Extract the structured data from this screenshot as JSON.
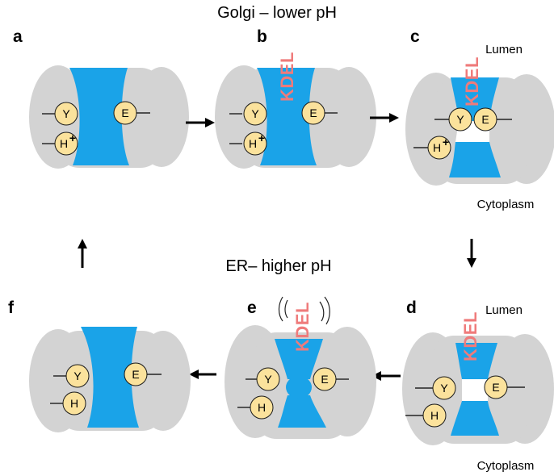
{
  "headings": {
    "golgi": "Golgi – lower pH",
    "er": "ER– higher pH"
  },
  "compartments": {
    "lumen": "Lumen",
    "cytoplasm": "Cytoplasm"
  },
  "panels": {
    "a": {
      "letter": "a",
      "residues": {
        "y": "Y",
        "h": "H",
        "h_charge": "+",
        "e": "E"
      }
    },
    "b": {
      "letter": "b",
      "signal": "KDEL",
      "residues": {
        "y": "Y",
        "h": "H",
        "h_charge": "+",
        "e": "E"
      }
    },
    "c": {
      "letter": "c",
      "signal": "KDEL",
      "residues": {
        "y": "Y",
        "h": "H",
        "h_charge": "+",
        "e": "E"
      }
    },
    "d": {
      "letter": "d",
      "signal": "KDEL",
      "residues": {
        "y": "Y",
        "h": "H",
        "e": "E"
      }
    },
    "e": {
      "letter": "e",
      "signal": "KDEL",
      "residues": {
        "y": "Y",
        "h": "H",
        "e": "E"
      }
    },
    "f": {
      "letter": "f",
      "residues": {
        "y": "Y",
        "h": "H",
        "e": "E"
      }
    }
  },
  "colors": {
    "channel": "#1aa3e8",
    "protein_body": "#d3d3d3",
    "residue_fill": "#fbe29c",
    "kdel": "#ef7b7b"
  },
  "icons": [
    "right-arrow-icon",
    "down-arrow-icon",
    "left-arrow-icon",
    "up-arrow-icon",
    "vibration-waves-icon"
  ]
}
